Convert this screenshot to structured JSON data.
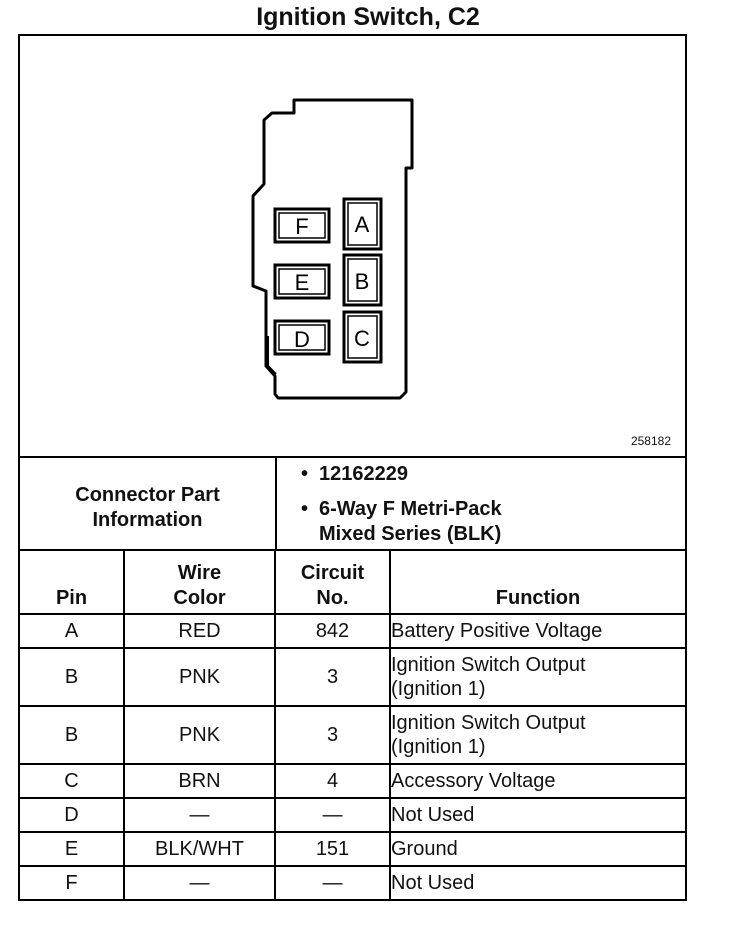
{
  "title": "Ignition Switch, C2",
  "figure_id": "258182",
  "connector": {
    "label_line1": "Connector Part",
    "label_line2": "Information",
    "part_number": "12162229",
    "description_line1": "6-Way F Metri-Pack",
    "description_line2": "Mixed Series (BLK)",
    "cavities": [
      "F",
      "A",
      "E",
      "B",
      "D",
      "C"
    ]
  },
  "table": {
    "headers": {
      "pin": "Pin",
      "wire_line1": "Wire",
      "wire_line2": "Color",
      "circuit_line1": "Circuit",
      "circuit_line2": "No.",
      "function": "Function"
    },
    "rows": [
      {
        "pin": "A",
        "wire": "RED",
        "circuit": "842",
        "function": "Battery Positive Voltage",
        "function2": ""
      },
      {
        "pin": "B",
        "wire": "PNK",
        "circuit": "3",
        "function": "Ignition Switch Output",
        "function2": "(Ignition 1)"
      },
      {
        "pin": "B",
        "wire": "PNK",
        "circuit": "3",
        "function": "Ignition Switch Output",
        "function2": "(Ignition 1)"
      },
      {
        "pin": "C",
        "wire": "BRN",
        "circuit": "4",
        "function": "Accessory Voltage",
        "function2": ""
      },
      {
        "pin": "D",
        "wire": "—",
        "circuit": "—",
        "function": "Not Used",
        "function2": ""
      },
      {
        "pin": "E",
        "wire": "BLK/WHT",
        "circuit": "151",
        "function": "Ground",
        "function2": ""
      },
      {
        "pin": "F",
        "wire": "—",
        "circuit": "—",
        "function": "Not Used",
        "function2": ""
      }
    ]
  }
}
